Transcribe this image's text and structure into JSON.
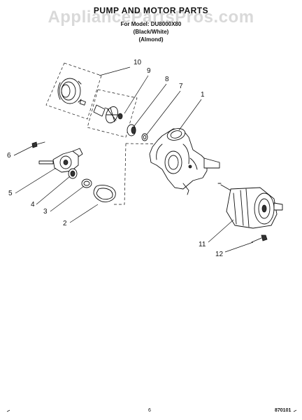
{
  "header": {
    "title": "PUMP AND MOTOR PARTS",
    "model_line": "For Model: DU8000X80",
    "color_1": "(Black/White)",
    "color_2": "(Almond)"
  },
  "watermark": "AppliancePartsPros.com",
  "callouts": [
    "1",
    "2",
    "3",
    "4",
    "5",
    "6",
    "7",
    "8",
    "9",
    "10",
    "11",
    "12"
  ],
  "footer": {
    "page_number": "6",
    "document_number": "870101"
  }
}
